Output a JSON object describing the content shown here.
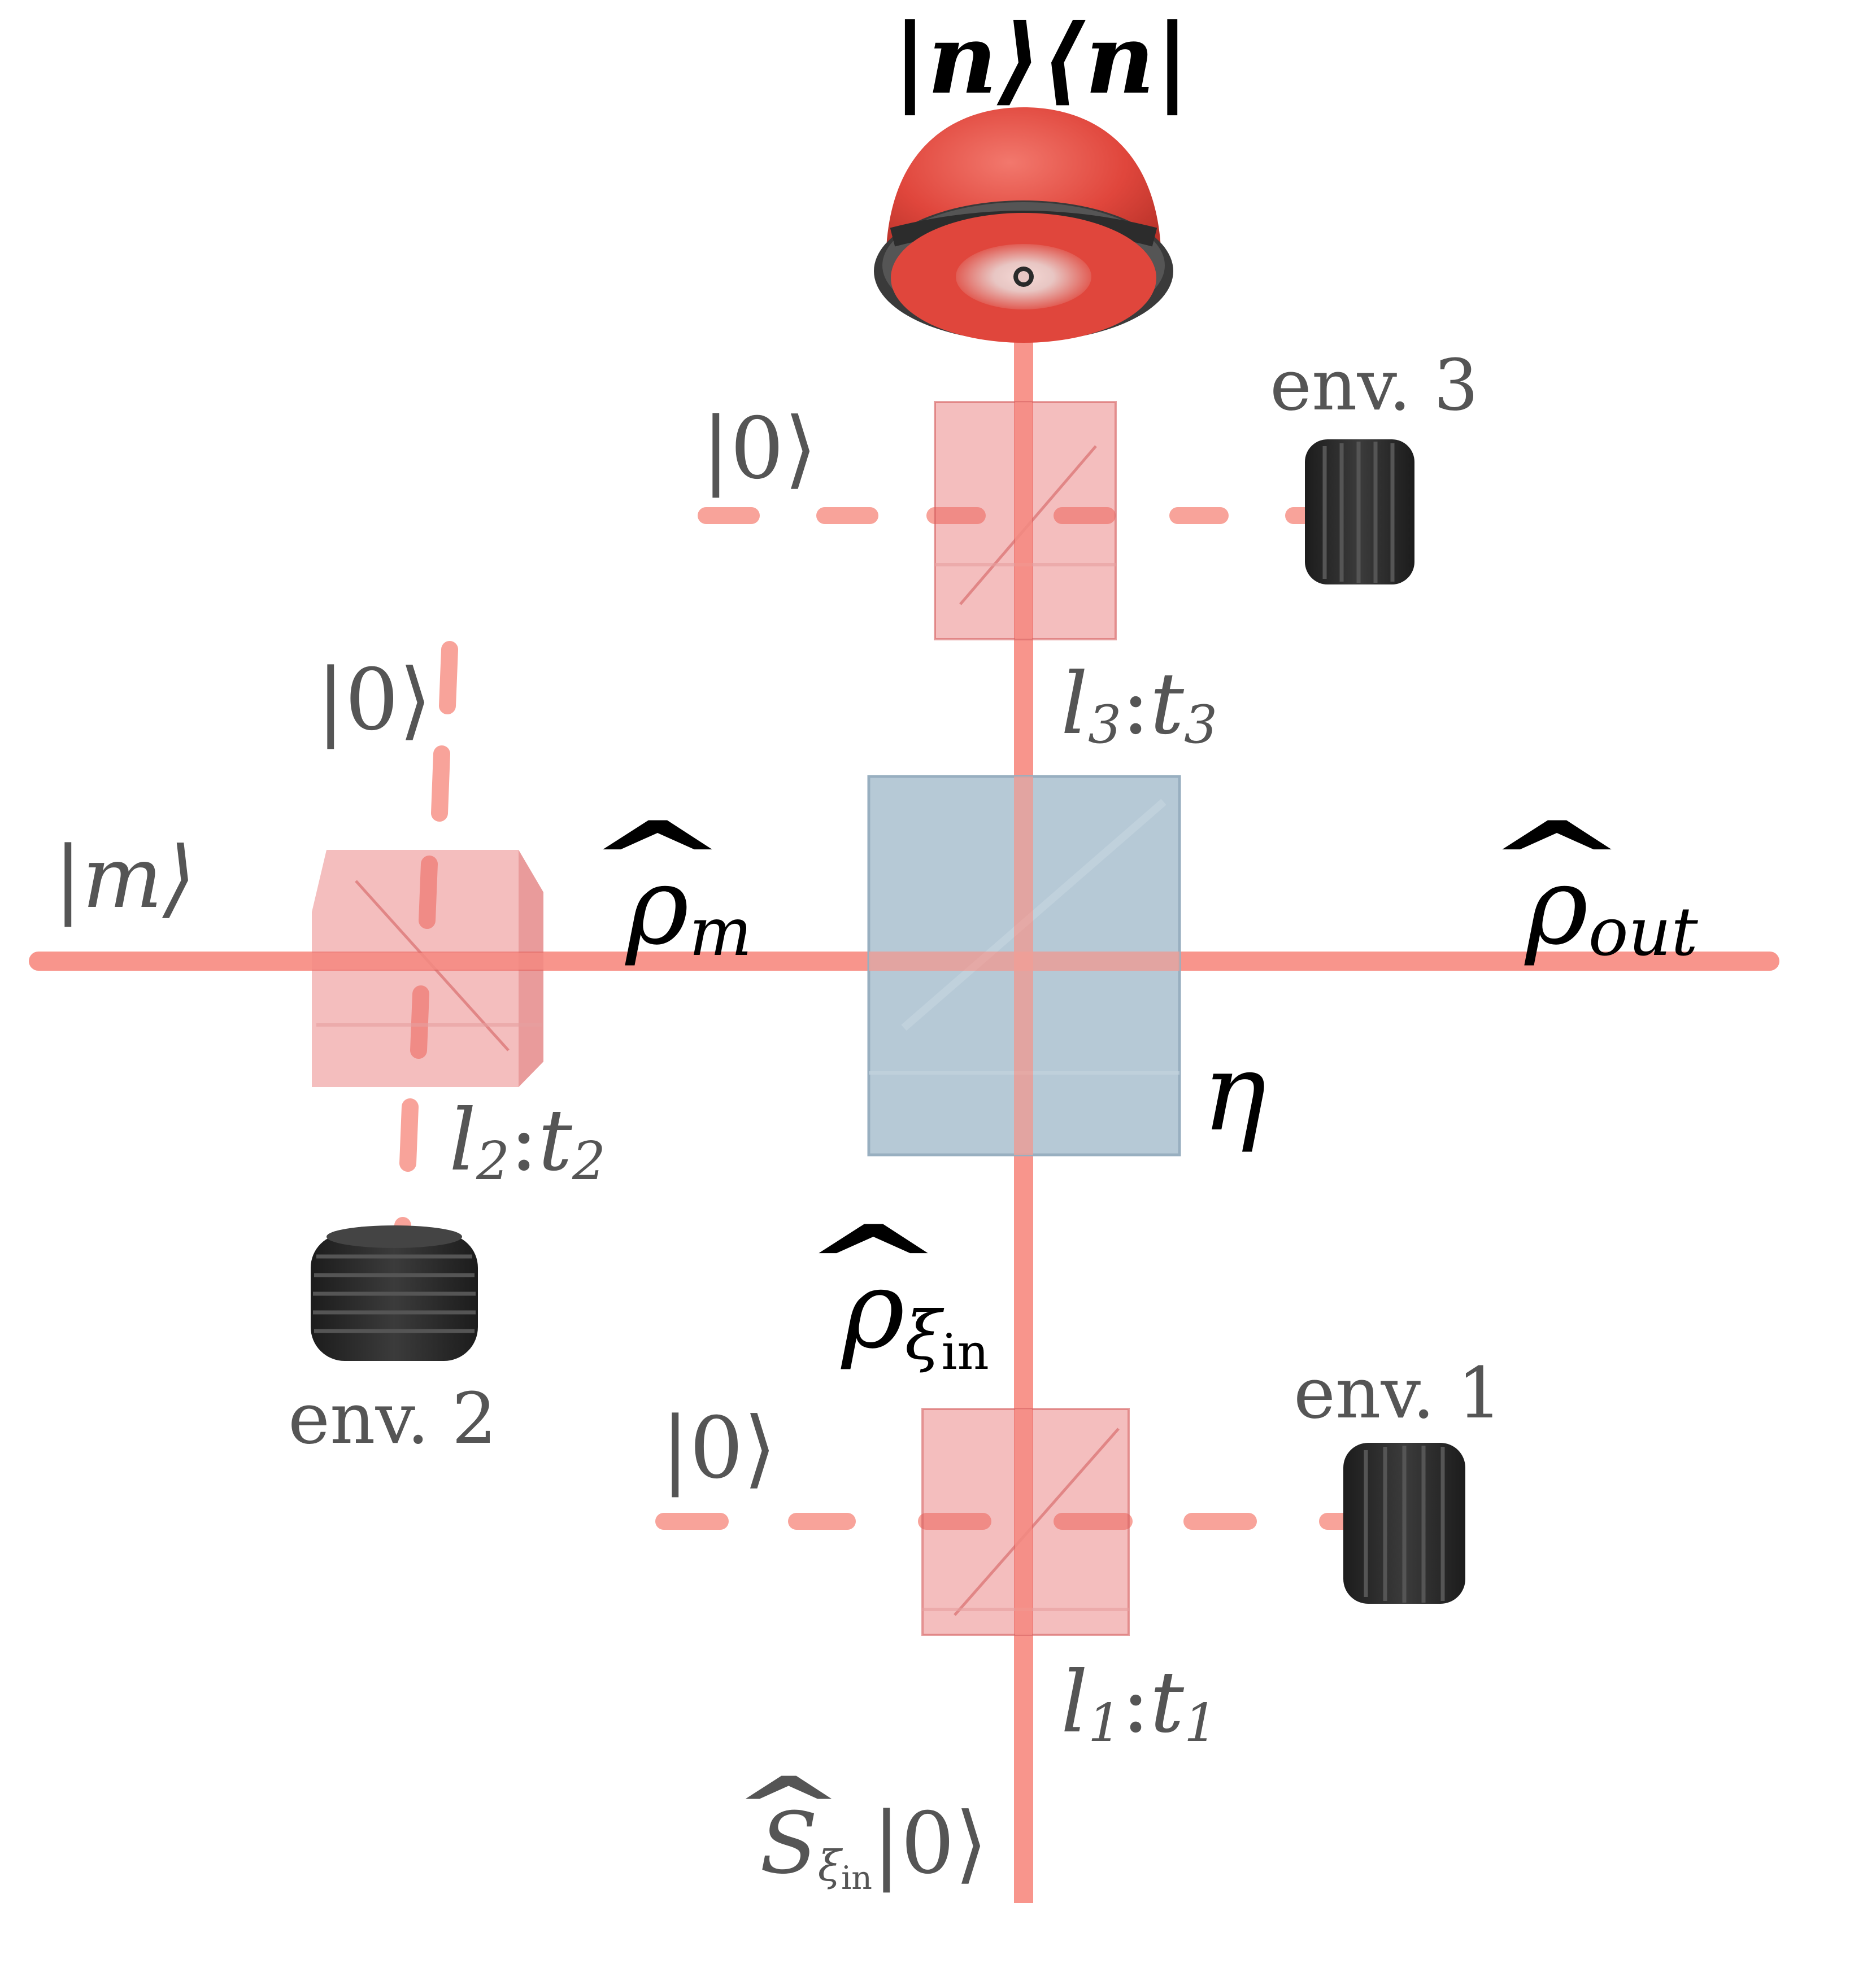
{
  "labels": {
    "detector": "|n⟩⟨n|",
    "vac3": "|0⟩",
    "env3": "env. 3",
    "l3t3": {
      "l": "l",
      "l_sub": "3",
      "sep": ":",
      "t": "t",
      "t_sub": "3"
    },
    "vac2": "|0⟩",
    "m_in": "|m⟩",
    "rho_m": {
      "sym": "ρ",
      "sub": "m"
    },
    "rho_out": {
      "sym": "ρ",
      "sub": "out"
    },
    "eta": "η",
    "l2t2": {
      "l": "l",
      "l_sub": "2",
      "sep": ":",
      "t": "t",
      "t_sub": "2"
    },
    "env2": "env. 2",
    "rho_xi": {
      "sym": "ρ",
      "sub_xi": "ξ",
      "sub_in": "in"
    },
    "vac1": "|0⟩",
    "env1": "env. 1",
    "l1t1": {
      "l": "l",
      "l_sub": "1",
      "sep": ":",
      "t": "t",
      "t_sub": "1"
    },
    "source": {
      "op": "S",
      "sub_xi": "ξ",
      "sub_in": "in",
      "state": "|0⟩"
    }
  },
  "colors": {
    "beam": "#f8958c",
    "beam_dashed": "#f8a39a",
    "loss_bs": "#e66e6e",
    "main_bs": "#a9bfcf",
    "detector": "#e84e44",
    "detector_ring": "#3a3a3a",
    "env_block": "#2a2a2a",
    "label_gray": "#555555",
    "label_dark": "#000000"
  },
  "icons": {
    "detector": "photon-detector-icon",
    "env": "beam-dump-icon",
    "beamsplitter": "beamsplitter-cube-icon"
  }
}
